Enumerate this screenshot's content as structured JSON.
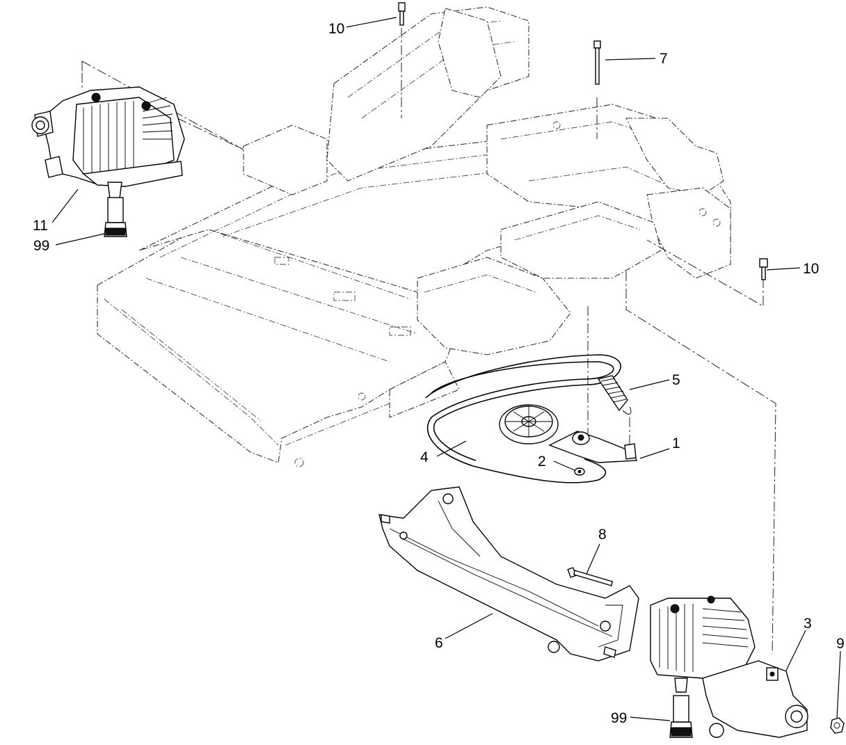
{
  "diagram": {
    "callouts": [
      {
        "id": "10a",
        "text": "10"
      },
      {
        "id": "7",
        "text": "7"
      },
      {
        "id": "11",
        "text": "11"
      },
      {
        "id": "99a",
        "text": "99"
      },
      {
        "id": "10b",
        "text": "10"
      },
      {
        "id": "5",
        "text": "5"
      },
      {
        "id": "1",
        "text": "1"
      },
      {
        "id": "4",
        "text": "4"
      },
      {
        "id": "2",
        "text": "2"
      },
      {
        "id": "8",
        "text": "8"
      },
      {
        "id": "3",
        "text": "3"
      },
      {
        "id": "9",
        "text": "9"
      },
      {
        "id": "6",
        "text": "6"
      },
      {
        "id": "99b",
        "text": "99"
      }
    ]
  }
}
